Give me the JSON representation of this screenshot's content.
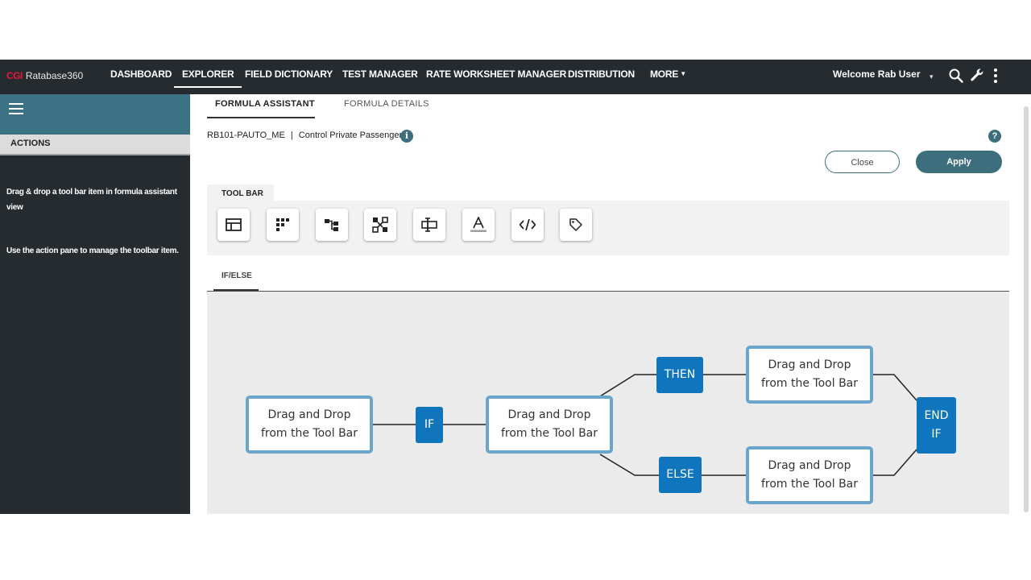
{
  "brand": {
    "company": "CGI",
    "product": "Ratabase360"
  },
  "nav": {
    "items": [
      {
        "label": "DASHBOARD"
      },
      {
        "label": "EXPLORER"
      },
      {
        "label": "FIELD DICTIONARY"
      },
      {
        "label": "TEST MANAGER"
      },
      {
        "label": "RATE WORKSHEET MANAGER"
      },
      {
        "label": "DISTRIBUTION"
      },
      {
        "label": "MORE"
      }
    ],
    "active": "EXPLORER",
    "welcome": "Welcome  Rab User"
  },
  "sidebar": {
    "tab": "ACTIONS",
    "text1": "Drag & drop a tool bar item in formula assistant view",
    "text2": "Use the action pane to manage the toolbar item."
  },
  "tabs": [
    {
      "label": "FORMULA ASSISTANT"
    },
    {
      "label": "FORMULA DETAILS"
    }
  ],
  "record": {
    "id": "RB101-PAUTO_ME",
    "separator": "|",
    "name": "Control Private Passenger"
  },
  "buttons": {
    "close": "Close",
    "apply": "Apply"
  },
  "toolbar": {
    "label": "TOOL BAR",
    "tools": [
      "table-icon",
      "grid-blocks-icon",
      "hierarchy-icon",
      "network-icon",
      "text-cursor-icon",
      "font-color-icon",
      "code-icon",
      "tag-icon"
    ]
  },
  "canvas": {
    "tab": "IF/ELSE",
    "placeholder": "Drag and Drop from the Tool Bar",
    "ops": {
      "if": "IF",
      "then": "THEN",
      "else": "ELSE",
      "end_if": "END IF"
    }
  },
  "colors": {
    "nav_bg": "#262b2f",
    "sidebar_header": "#3c7384",
    "accent": "#3d6e7e",
    "op_blue": "#0f75bc",
    "drop_border": "#6aa6cc"
  }
}
